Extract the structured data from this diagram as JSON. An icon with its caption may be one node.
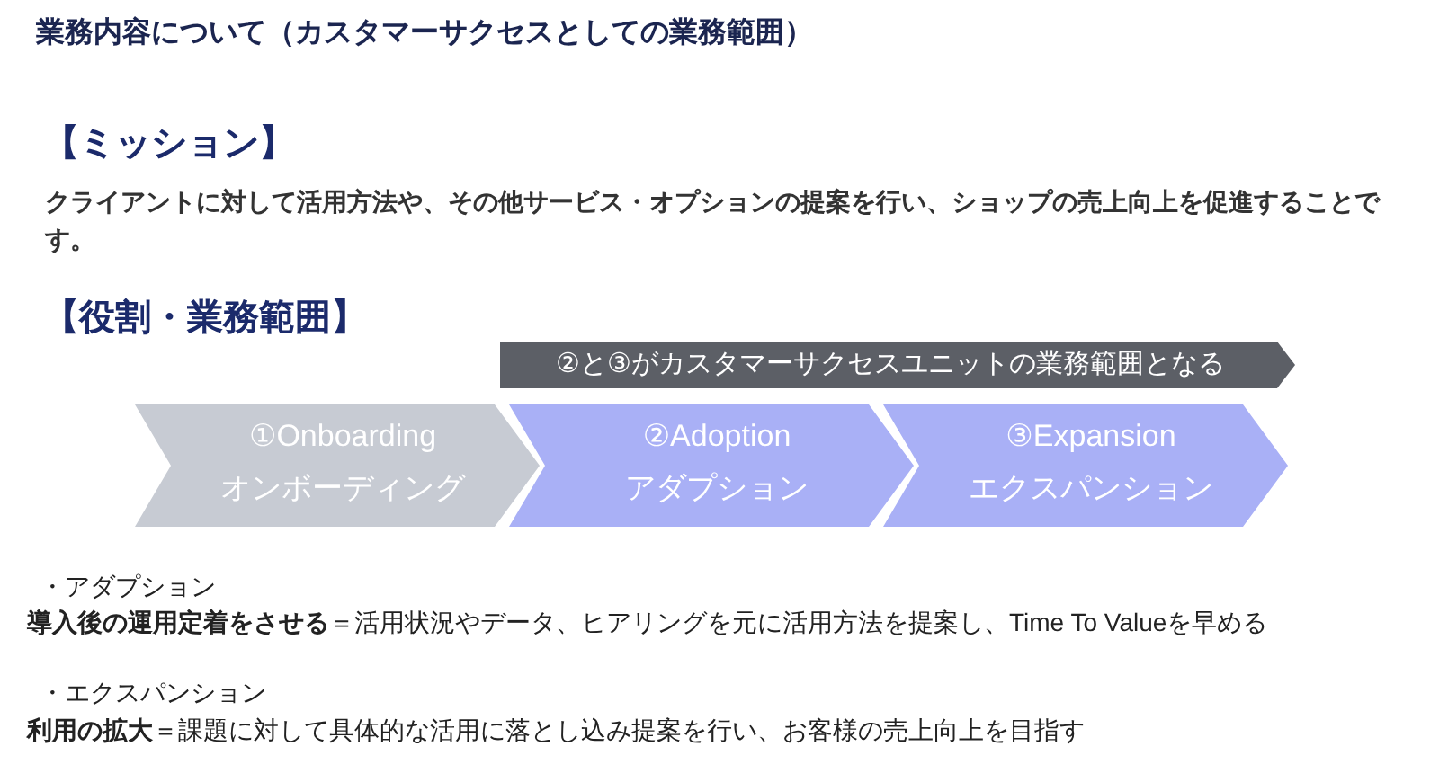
{
  "diagram": {
    "title": "業務内容について（カスタマーサクセスとしての業務範囲）",
    "nodes": [
      {
        "text": [
          "②と③がカスタマーサクセスユニットの業務範囲となる"
        ]
      },
      {
        "text": [
          "①Onboarding",
          "オンボーディング"
        ]
      },
      {
        "text": [
          "②Adoption",
          "アダプション"
        ]
      },
      {
        "text": [
          "③Expansion",
          "エクスパンション"
        ]
      }
    ],
    "labels": [
      "【ミッション】",
      "クライアントに対して活用方法や、その他サービス・オプションの提案を行い、ショップの売上向上を促進することです。",
      "【役割・業務範囲】",
      "・アダプション",
      "**導入後の運用定着をさせる**＝活用状況やデータ、ヒアリングを元に活用方法を提案し、Time To Valueを早める",
      "・エクスパンション",
      "**利用の拡大**＝課題に対して具体的な活用に落とし込み提案を行い、お客様の売上向上を目指す"
    ]
  }
}
